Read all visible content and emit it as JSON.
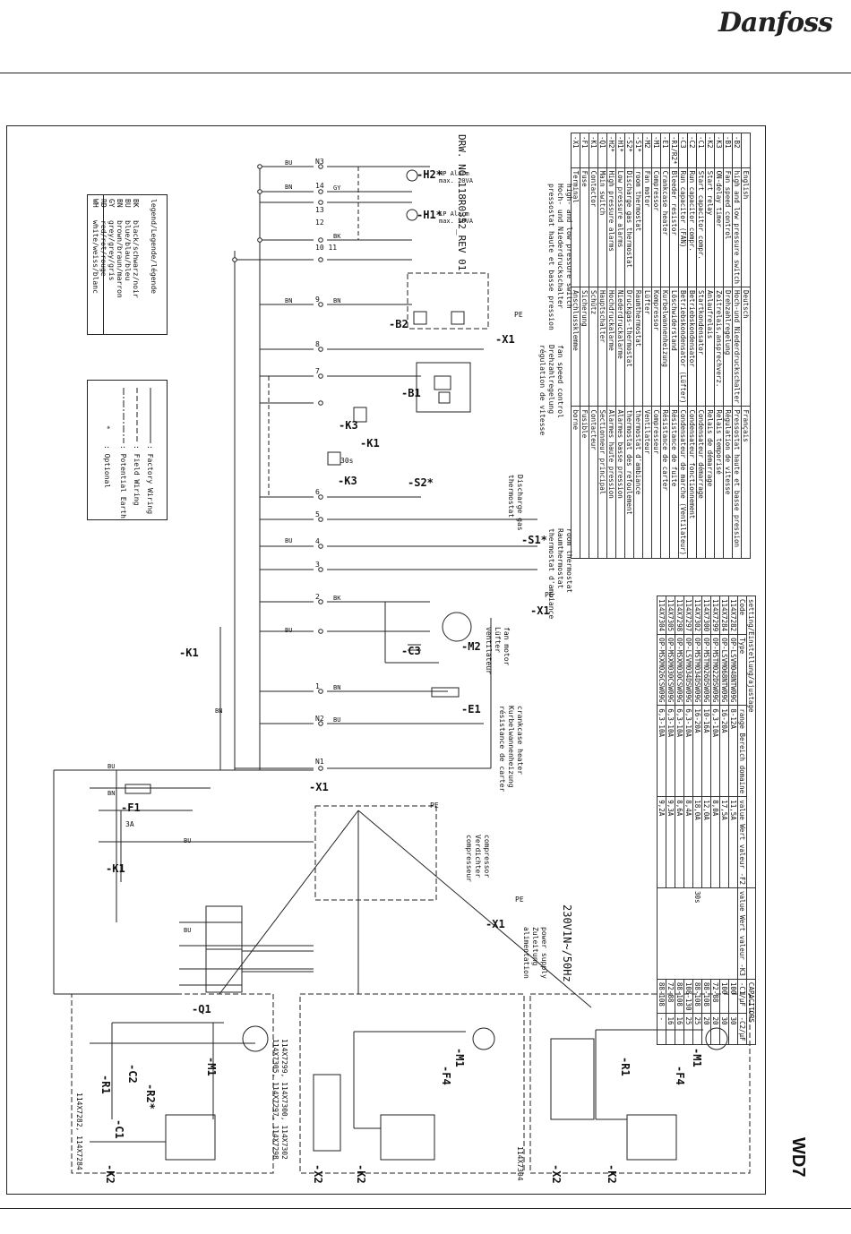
{
  "brand": "Danfoss",
  "drawing_no": "DRW. NO.118R0352_REV 01",
  "page_code": "WD7",
  "supply": "230V1N~/50Hz",
  "legend_colors": {
    "title": "legend/Legende/légende",
    "items": [
      {
        "code": "BK",
        "text": "black/schwarz/noir"
      },
      {
        "code": "BU",
        "text": "blue/blau/bleu"
      },
      {
        "code": "BN",
        "text": "brown/braun/marron"
      },
      {
        "code": "GY",
        "text": "grey/grey/gris"
      },
      {
        "code": "RD",
        "text": "red/rot/rouge"
      },
      {
        "code": "WH",
        "text": "white/weiss/blanc"
      }
    ]
  },
  "legend_wiring": {
    "factory": ": Factory Wiring",
    "field": ": Field Wiring",
    "earth": ": Potential Earth",
    "optional": ": Optional",
    "star": "*"
  },
  "components_table": {
    "headers": [
      "",
      "English",
      "Deutsch",
      "Français"
    ],
    "rows": [
      [
        "-B2",
        "high and low pressure switch",
        "Hoch-und Niederdruckschalter",
        "Pressostat haute et basse pression"
      ],
      [
        "-B1",
        "Fan speed control",
        "Drehzahlregelung",
        "Régulation de vitesse"
      ],
      [
        "-K3",
        "ON-delay timer",
        "Zeitrelais,ansprechverz.",
        "Relais temporisé"
      ],
      [
        "-K2",
        "Start relay",
        "Anlaufrelais",
        "Relais de démarrage"
      ],
      [
        "-C1",
        "Start capacitor compr.",
        "Startkondensator",
        "Condensateur démarrage"
      ],
      [
        "-C2",
        "Run capacitor compr.",
        "Betriebskondensator",
        "Condensateur fonctionnement"
      ],
      [
        "-C3",
        "Run capacitor (FAN)",
        "Betriebskondensator (Lüfter)",
        "Condensateur de marche (Ventilateur)"
      ],
      [
        "-R1/R2*",
        "Bleeder resistor",
        "Löschwiderstand",
        "Résistance de fuite"
      ],
      [
        "-E1",
        "Crankcase heater",
        "Kurbelwannenheizung",
        "Résistance de carter"
      ],
      [
        "-M1",
        "Compressor",
        "Kompressor",
        "Compresseur"
      ],
      [
        "-M2",
        "Fan motor",
        "Lüfter",
        "Ventilateur"
      ],
      [
        "-S1*",
        "room thermostat",
        "Raumthermostat",
        "thermostat d'ambiance"
      ],
      [
        "-S2*",
        "Discharge gas thermostat",
        "Druckgas-thermostat",
        "thermostat des refoulement"
      ],
      [
        "-H1*",
        "Low pressure alarms",
        "Niederdruckalarme",
        "Alarmes basse pression"
      ],
      [
        "-H2*",
        "High pressure alarms",
        "Hochdruckalarme",
        "Alarmes haute pression"
      ],
      [
        "-Q1",
        "Main switch",
        "Hauptschalter",
        "Sectionneur principal"
      ],
      [
        "-K1",
        "Contactor",
        "Schütz",
        "Contacteur"
      ],
      [
        "-F1",
        "Fuse",
        "Sicherung",
        "Fusible"
      ],
      [
        "-X1",
        "Terminal",
        "Anschlussklemme",
        "borne"
      ]
    ]
  },
  "settings_table": {
    "title": "setting/Einstellung/ajustage",
    "capacitors_title": "CAPACITORS",
    "headers": {
      "code": "Code",
      "type": "Type",
      "range": "range Bereich domaine",
      "f2": "value Wert valeur -F2",
      "k3": "value Wert valeur -K3",
      "c1": "-C1/µF",
      "c2": "-C2/µF"
    },
    "k3_value": "30s",
    "rows": [
      [
        "114X7282",
        "OP-LSVM048NTW09G",
        "8-12A",
        "11,5A",
        "100",
        "30"
      ],
      [
        "114X7284",
        "OP-LSVM068NTW09G",
        "16-20A",
        "17,5A",
        "100",
        "30"
      ],
      [
        "114X7299",
        "OP-MSTM022DSW09G",
        "6,3-10A",
        "8,0A",
        "72-88",
        "20"
      ],
      [
        "114X7300",
        "OP-MSTM026DSW09G",
        "10-16A",
        "12,0A",
        "88-108",
        "20"
      ],
      [
        "114X7302",
        "OP-MSTM034DSW09G",
        "16-20A",
        "18,0A",
        "88-108",
        "25"
      ],
      [
        "114X7297",
        "OP-LSVM034DSW09G",
        "6,3-10A",
        "8,4A",
        "108-130",
        "25"
      ],
      [
        "114X7298",
        "OP-MSXM030CSW09G",
        "6,3-10A",
        "8,6A",
        "88-108",
        "16"
      ],
      [
        "114X7305",
        "OP-MSXM030CSW09G",
        "6,3-10A",
        "9,3A",
        "72-88",
        "16"
      ],
      [
        "114X7304",
        "OP-MSXM026CSW09G",
        "6,3-10A",
        "9,2A",
        "88-108",
        "-"
      ]
    ]
  },
  "terminal_labels": [
    "N3",
    "14",
    "13",
    "12",
    "10 11",
    "9",
    "8",
    "7",
    "6",
    "5",
    "4",
    "3",
    "2",
    "1",
    "N2",
    "N1"
  ],
  "wire_labels": {
    "bu": "BU",
    "bn": "BN",
    "bk": "BK",
    "gy": "GY"
  },
  "component_labels": {
    "q1": "-Q1",
    "k1": "-K1",
    "f1": "-F1",
    "f1_rating": "3A",
    "x1": "-X1",
    "e1": "-E1",
    "c3": "-C3",
    "m2": "-M2",
    "s1": "-S1*",
    "s2": "-S2*",
    "k3": "-K3",
    "k3_delay": "30s",
    "b1": "-B1",
    "b2": "-B2",
    "h1": "-H1*",
    "h2": "-H2*",
    "x2": "-X2",
    "k2": "-K2",
    "m1": "-M1",
    "r1": "-R1",
    "r2": "-R2*",
    "c1": "-C1",
    "c2": "-C2",
    "f4": "-F4",
    "pe": "PE"
  },
  "captions": {
    "power_supply": "power supply",
    "power_supply_de": "Zuleitung",
    "power_supply_fr": "alimentation",
    "compressor": "compressor",
    "compressor_de": "Verdichter",
    "compressor_fr": "compresseur",
    "crankcase": "crankcase heater",
    "crankcase_de": "Kurbelwannenheizung",
    "crankcase_fr": "résistance de carter",
    "fan_motor": "fan motor",
    "fan_motor_de": "Lüfter",
    "fan_motor_fr": "ventilateur",
    "room_thermostat": "room thermostat",
    "room_thermostat_de": "Raumthermostat",
    "room_thermostat_fr": "thermostat d'ambiance",
    "discharge": "Discharge gas",
    "discharge2": "thermostat",
    "fan_speed": "fan speed control",
    "fan_speed_de": "Drehzahlregelung",
    "fan_speed_fr": "régulation de vitesse",
    "hl_switch": "high- and low pressure switch",
    "hl_switch_de": "Hoch- und Niederdruckschalter",
    "hl_switch_fr": "pressostat haute et basse pression",
    "lp_alarm": "LP Alarm",
    "lp_alarm2": "max. 20VA",
    "hp_alarm": "HP Alarm",
    "hp_alarm2": "max. 20VA",
    "variant_a": "114X7282, 114X7284",
    "variant_b": "114X7299, 114X7300, 114X7302",
    "variant_b2": "114X7305, 114X7297, 114X7298",
    "variant_c": "114X7304"
  }
}
